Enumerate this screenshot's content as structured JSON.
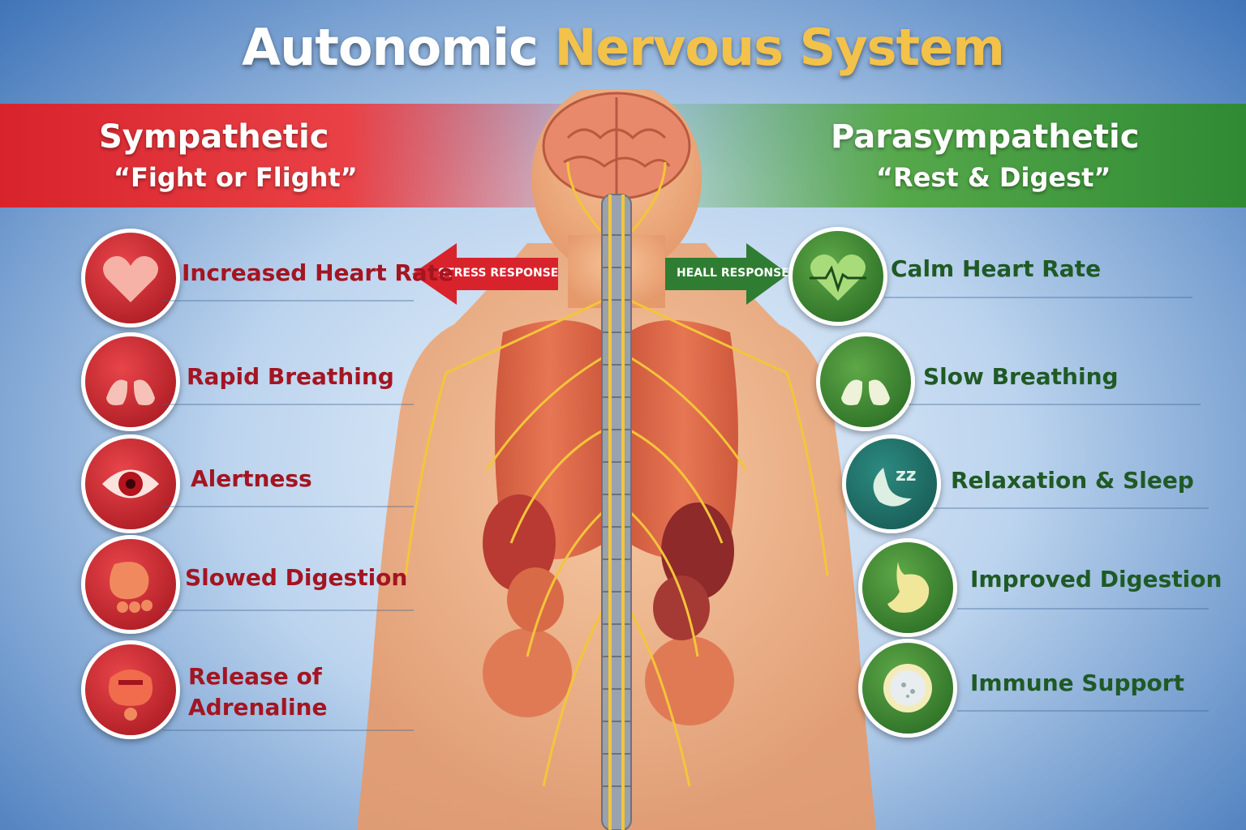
{
  "title": {
    "part1": "Autonomic",
    "part2": "Nervous System"
  },
  "sympathetic": {
    "heading": "Sympathetic",
    "subtitle": "“Fight or Flight”",
    "items": [
      {
        "label": "Increased Heart Rate",
        "icon": "heart-icon"
      },
      {
        "label": "Rapid Breathing",
        "icon": "lungs-icon"
      },
      {
        "label": "Alertness",
        "icon": "eye-icon"
      },
      {
        "label": "Slowed Digestion",
        "icon": "stomach-icon"
      },
      {
        "label_line1": "Release of",
        "label_line2": "Adrenaline",
        "icon": "adrenal-gland-icon"
      }
    ]
  },
  "parasympathetic": {
    "heading": "Parasympathetic",
    "subtitle": "“Rest & Digest”",
    "items": [
      {
        "label": "Calm Heart Rate",
        "icon": "heart-pulse-icon"
      },
      {
        "label": "Slow Breathing",
        "icon": "lungs-icon"
      },
      {
        "label": "Relaxation & Sleep",
        "icon": "sleep-zzz-icon"
      },
      {
        "label": "Improved Digestion",
        "icon": "stomach-icon"
      },
      {
        "label": "Immune Support",
        "icon": "immune-cell-icon"
      }
    ]
  },
  "arrows": {
    "left": "STRESS RESPONSE",
    "right": "HEALL RESPONSE"
  },
  "colors": {
    "sympathetic": "#c81e28",
    "parasympathetic": "#2e7d32",
    "title_accent": "#f3c24a"
  }
}
